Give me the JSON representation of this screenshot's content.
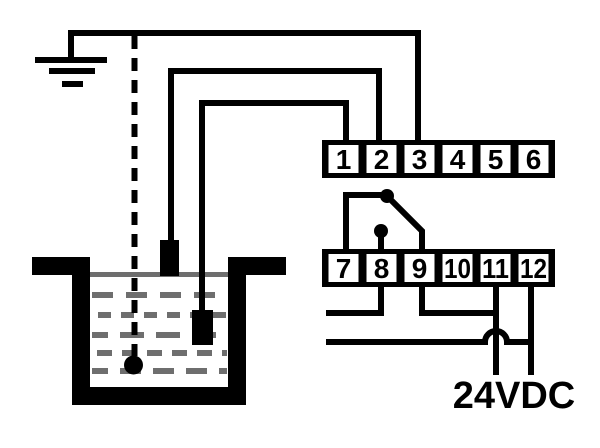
{
  "upper_terminal_block": {
    "terminals": [
      "1",
      "2",
      "3",
      "4",
      "5",
      "6"
    ]
  },
  "lower_terminal_block": {
    "terminals": [
      "7",
      "8",
      "9",
      "10",
      "11",
      "12"
    ]
  },
  "power_supply": {
    "label": "24VDC"
  },
  "symbols": {
    "ground": "earth-ground-symbol",
    "relay": "spdt-relay-contact-symbol",
    "tank": "liquid-tank-symbol",
    "probes": "level-probe-electrodes",
    "crossover": "wire-hop-symbol"
  },
  "colors": {
    "line": "#000000",
    "liquid": "#6e6e6e",
    "background": "#ffffff"
  }
}
